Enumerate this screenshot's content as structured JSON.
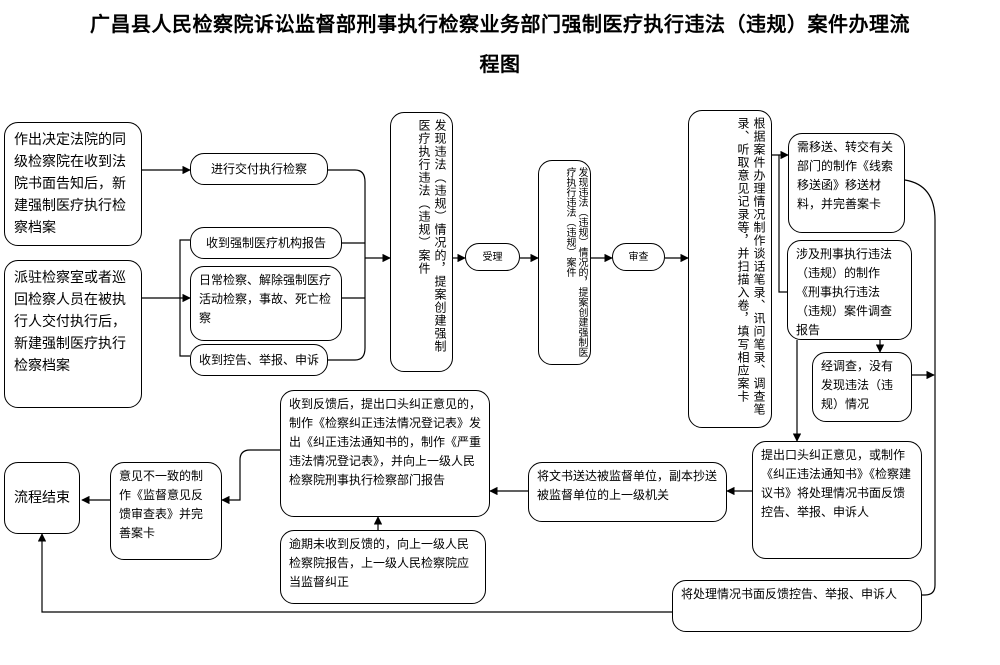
{
  "title": {
    "line1": "广昌县人民检察院诉讼监督部刑事执行检察业务部门强制医疗执行违法（违规）案件办理流",
    "line2": "程图"
  },
  "nodes": {
    "court_decision": "作出决定法院的同级检察院在收到法院书面告知后，新建强制医疗执行检察档案",
    "resident_inspector": "派驻检察室或者巡回检察人员在被执行人交付执行后，新建强制医疗执行检察档案",
    "delivery_check": "进行交付执行检察",
    "institution_report": "收到强制医疗机构报告",
    "daily_check": "日常检察、解除强制医疗活动检察，事故、死亡检察",
    "complaints": "收到控告、举报、申诉",
    "discover_violation": "发现违法（违规）情况的，提案创建强制医疗执行违法（违规）案件",
    "accept": "受理",
    "accept_detail": "发现违法（违规）情况的，提案创建强制医疗执行违法（违规）案件",
    "review": "审查",
    "case_handling": "根据案件办理情况制作谈话笔录、讯问笔录、调查笔录、听取意见记录等，并扫描入卷，填写相应案卡",
    "transfer_clue": "需移送、转交有关部门的制作《线索移送函》移送材料，并完善案卡",
    "investigation_report": "涉及刑事执行违法（违规）的制作《刑事执行违法（违规）案件调查报告",
    "no_violation": "经调查，没有发现违法（违规）情况",
    "correction_opinion": "提出口头纠正意见，或制作《纠正违法通知书》《检察建议书》将处理情况书面反馈控告、举报、申诉人",
    "deliver_doc": "将文书送达被监督单位，副本抄送被监督单位的上一级机关",
    "feedback_received": "收到反馈后，提出口头纠正意见的，制作《检察纠正违法情况登记表》发出《纠正违法通知书的，制作《严重违法情况登记表》，并向上一级人民检察院刑事执行检察部门报告",
    "overdue": "逾期未收到反馈的，向上一级人民检察院报告，上一级人民检察院应当监督纠正",
    "disagree": "意见不一致的制作《监督意见反馈审查表》并完善案卡",
    "end": "流程结束",
    "written_feedback": "将处理情况书面反馈控告、举报、申诉人"
  },
  "colors": {
    "line": "#000000",
    "box_border": "#000000",
    "background": "#ffffff"
  }
}
